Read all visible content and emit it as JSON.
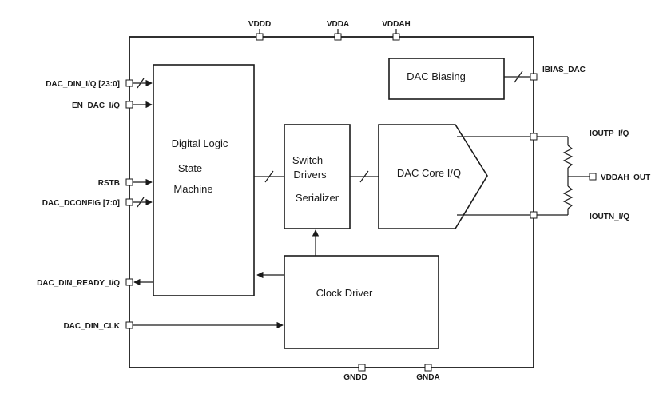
{
  "supply_pins": {
    "vddd": "VDDD",
    "vdda": "VDDA",
    "vddah": "VDDAH"
  },
  "ground_pins": {
    "gndd": "GNDD",
    "gnda": "GNDA"
  },
  "left_pins": {
    "din": "DAC_DIN_I/Q [23:0]",
    "en": "EN_DAC_I/Q",
    "rstb": "RSTB",
    "dconfig": "DAC_DCONFIG [7:0]",
    "ready": "DAC_DIN_READY_I/Q",
    "clk": "DAC_DIN_CLK"
  },
  "right_pins": {
    "ibias": "IBIAS_DAC",
    "ioutp": "IOUTP_I/Q",
    "ioutn": "IOUTN_I/Q",
    "vddah_out": "VDDAH_OUT"
  },
  "blocks": {
    "dac_biasing": "DAC Biasing",
    "digital_logic": {
      "line1": "Digital Logic",
      "line2": "State",
      "line3": "Machine"
    },
    "switch_drivers": {
      "line1": "Switch",
      "line2": "Drivers",
      "line3": "Serializer"
    },
    "dac_core": "DAC Core I/Q",
    "clock_driver": "Clock  Driver"
  }
}
